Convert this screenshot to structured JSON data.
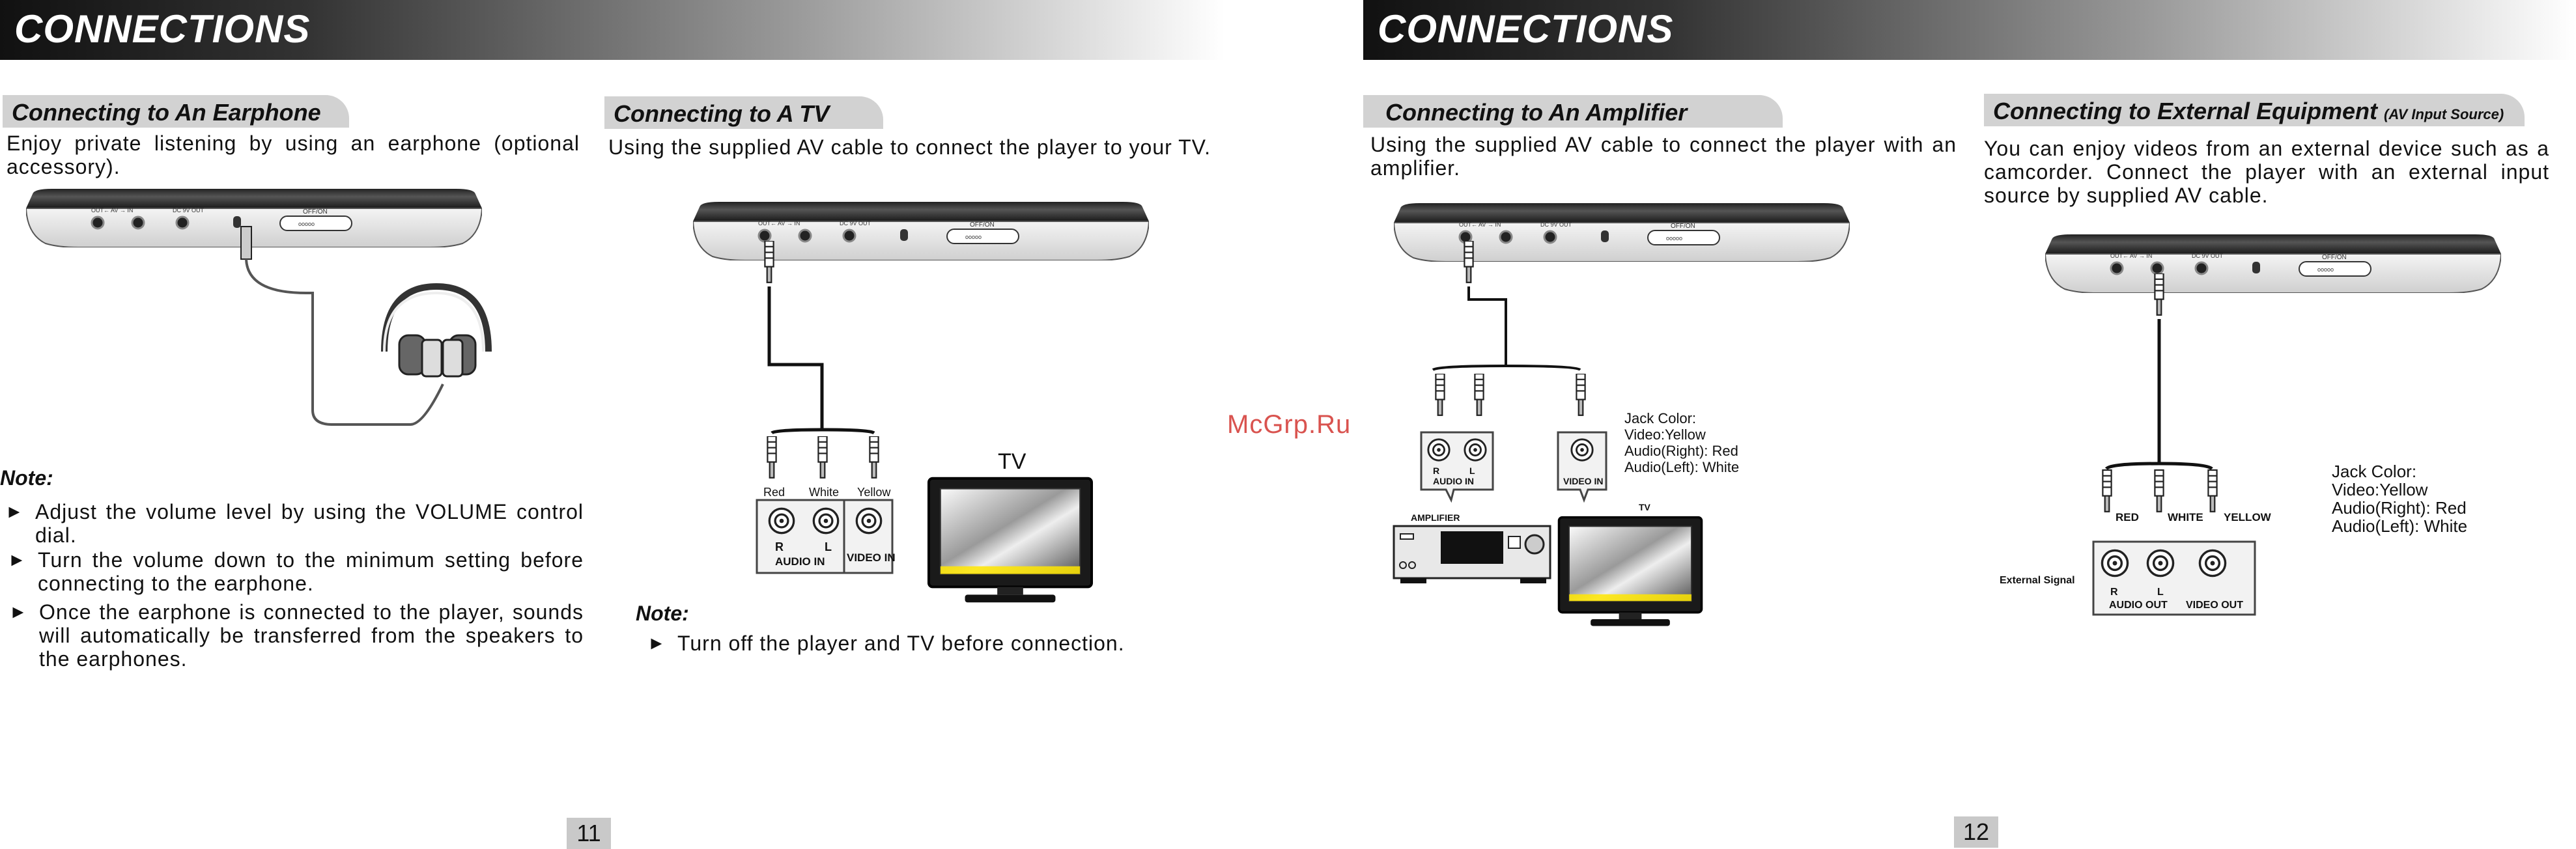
{
  "pages": {
    "left": {
      "header_title": "CONNECTIONS",
      "page_number": "11",
      "earphone": {
        "title": "Connecting to An Earphone",
        "description": "Enjoy private listening by using an earphone (optional accessory).",
        "note_label": "Note",
        "notes": [
          "Adjust the volume level by using the VOLUME control dial.",
          "Turn the volume down to the minimum setting before connecting to the earphone.",
          "Once the earphone is connected to the player, sounds will automatically be transferred from the speakers to the earphones."
        ]
      },
      "tv": {
        "title": "Connecting to A TV",
        "description": "Using the supplied AV cable to connect the player to your TV.",
        "plug_labels": [
          "Red",
          "White",
          "Yellow"
        ],
        "port_labels": {
          "r": "R",
          "l": "L",
          "audio_in": "AUDIO IN",
          "video_in": "VIDEO IN"
        },
        "tv_label": "TV",
        "note_label": "Note",
        "notes": [
          "Turn off the player and TV before connection."
        ]
      }
    },
    "right": {
      "header_title": "CONNECTIONS",
      "page_number": "12",
      "amplifier": {
        "title": "Connecting to An Amplifier",
        "description": "Using the supplied AV cable to connect the player with an amplifier.",
        "jack_colors": [
          "Jack Color:",
          "Video:Yellow",
          "Audio(Right): Red",
          "Audio(Left): White"
        ],
        "port_labels": {
          "r": "R",
          "l": "L",
          "audio_in": "AUDIO IN",
          "video_in": "VIDEO IN"
        },
        "amplifier_label": "AMPLIFIER",
        "tv_label": "TV"
      },
      "external": {
        "title": "Connecting to External Equipment",
        "title_suffix": "(AV Input Source)",
        "description": "You can enjoy videos from an external device such as a camcorder. Connect the player with an external input source by supplied AV cable.",
        "plug_labels": [
          "RED",
          "WHITE",
          "YELLOW"
        ],
        "jack_colors": [
          "Jack Color:",
          "Video:Yellow",
          "Audio(Right): Red",
          "Audio(Left): White"
        ],
        "signal_label": "External Signal",
        "port_labels": {
          "r": "R",
          "l": "L",
          "audio_out": "AUDIO OUT",
          "video_out": "VIDEO OUT"
        }
      }
    }
  },
  "device_panel": {
    "labels": [
      "OUT",
      "AV",
      "IN",
      "DC 9V OUT",
      "OFF/ON"
    ]
  },
  "watermark": "McGrp.Ru"
}
